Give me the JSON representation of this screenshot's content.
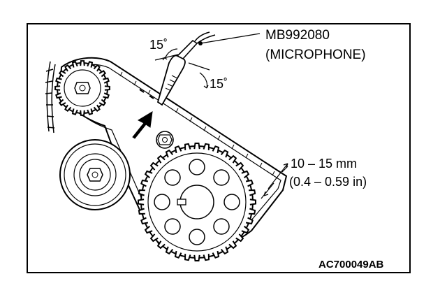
{
  "figure": {
    "tool_code": "MB992080",
    "tool_name": "(MICROPHONE)",
    "angle_upper": "15˚",
    "angle_lower": "15˚",
    "distance_mm": "10 – 15 mm",
    "distance_in": "(0.4 – 0.59 in)",
    "figure_id": "AC700049AB"
  },
  "colors": {
    "ink": "#000000",
    "paper": "#ffffff",
    "belt_fill": "#ededed"
  }
}
